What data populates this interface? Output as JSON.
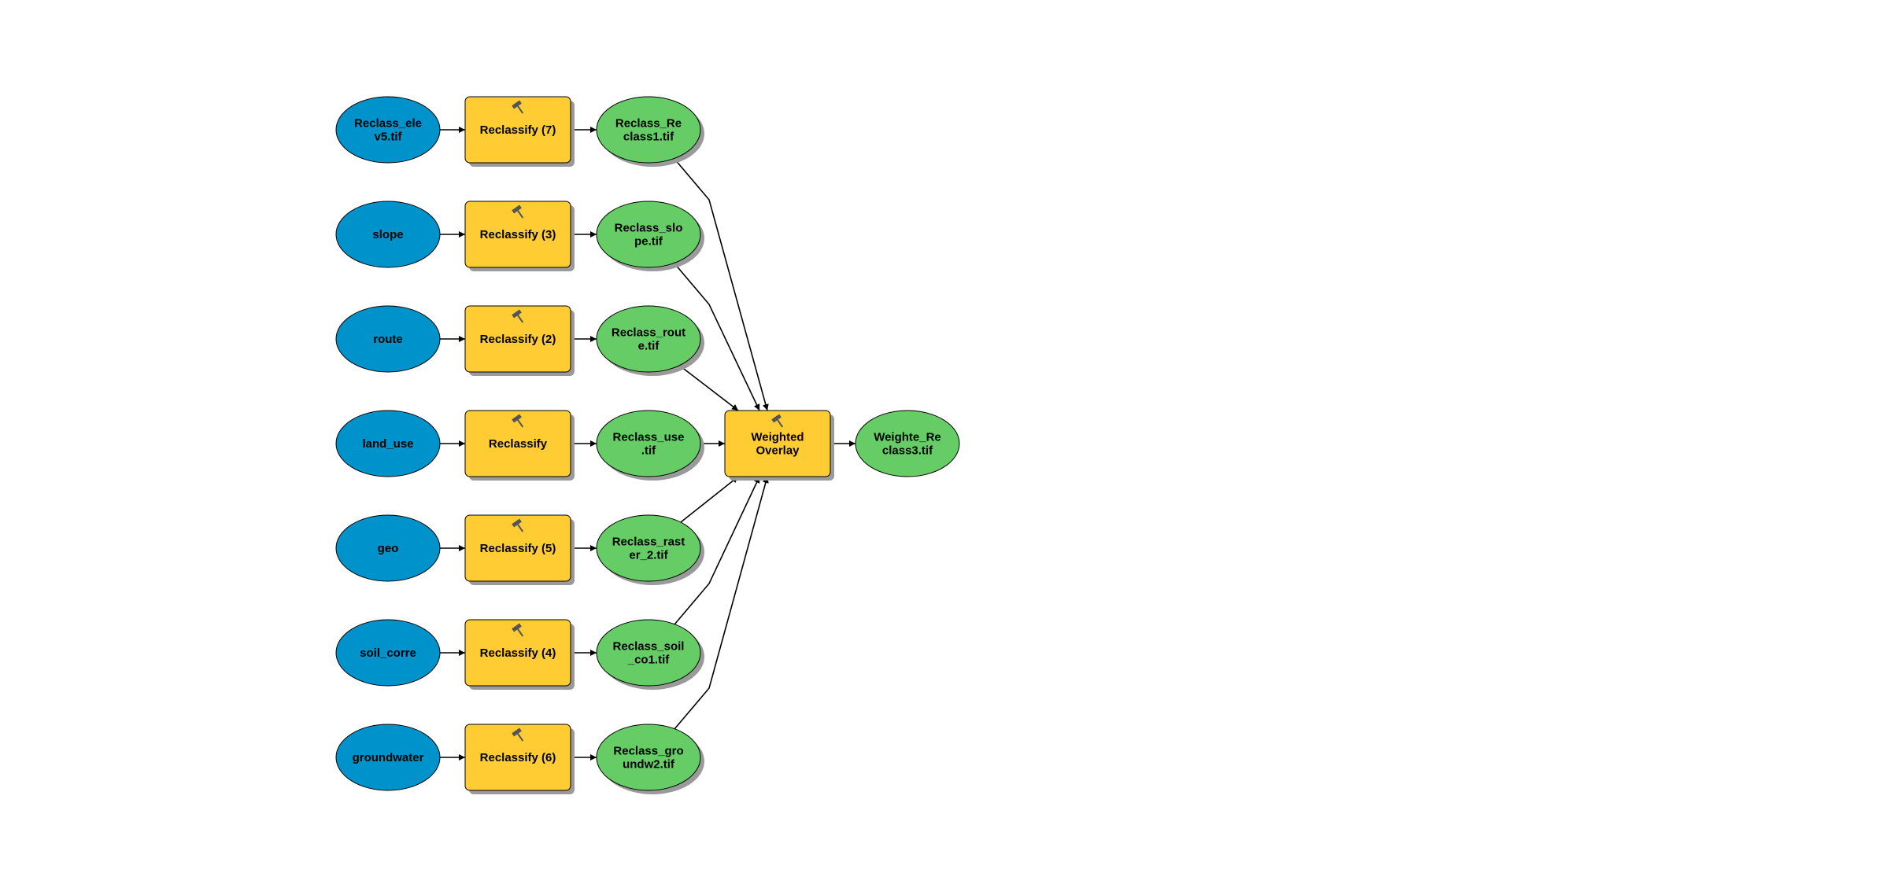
{
  "colors": {
    "input": "#0093cb",
    "tool": "#ffcc33",
    "output": "#66cc66",
    "stroke": "#000000",
    "shadow": "#9a9a9a",
    "hammer": "#555555"
  },
  "icons": {
    "tool": "hammer-icon"
  },
  "rows": [
    {
      "input": [
        "Reclass_ele",
        "v5.tif"
      ],
      "tool": [
        "Reclassify (7)"
      ],
      "output": [
        "Reclass_Re",
        "class1.tif"
      ]
    },
    {
      "input": [
        "slope"
      ],
      "tool": [
        "Reclassify (3)"
      ],
      "output": [
        "Reclass_slo",
        "pe.tif"
      ]
    },
    {
      "input": [
        "route"
      ],
      "tool": [
        "Reclassify (2)"
      ],
      "output": [
        "Reclass_rout",
        "e.tif"
      ]
    },
    {
      "input": [
        "land_use"
      ],
      "tool": [
        "Reclassify"
      ],
      "output": [
        "Reclass_use",
        ".tif"
      ]
    },
    {
      "input": [
        "geo"
      ],
      "tool": [
        "Reclassify (5)"
      ],
      "output": [
        "Reclass_rast",
        "er_2.tif"
      ]
    },
    {
      "input": [
        "soil_corre"
      ],
      "tool": [
        "Reclassify (4)"
      ],
      "output": [
        "Reclass_soil",
        "_co1.tif"
      ]
    },
    {
      "input": [
        "groundwater"
      ],
      "tool": [
        "Reclassify (6)"
      ],
      "output": [
        "Reclass_gro",
        "undw2.tif"
      ]
    }
  ],
  "overlay_tool": [
    "Weighted",
    "Overlay"
  ],
  "final_output": [
    "Weighte_Re",
    "class3.tif"
  ]
}
